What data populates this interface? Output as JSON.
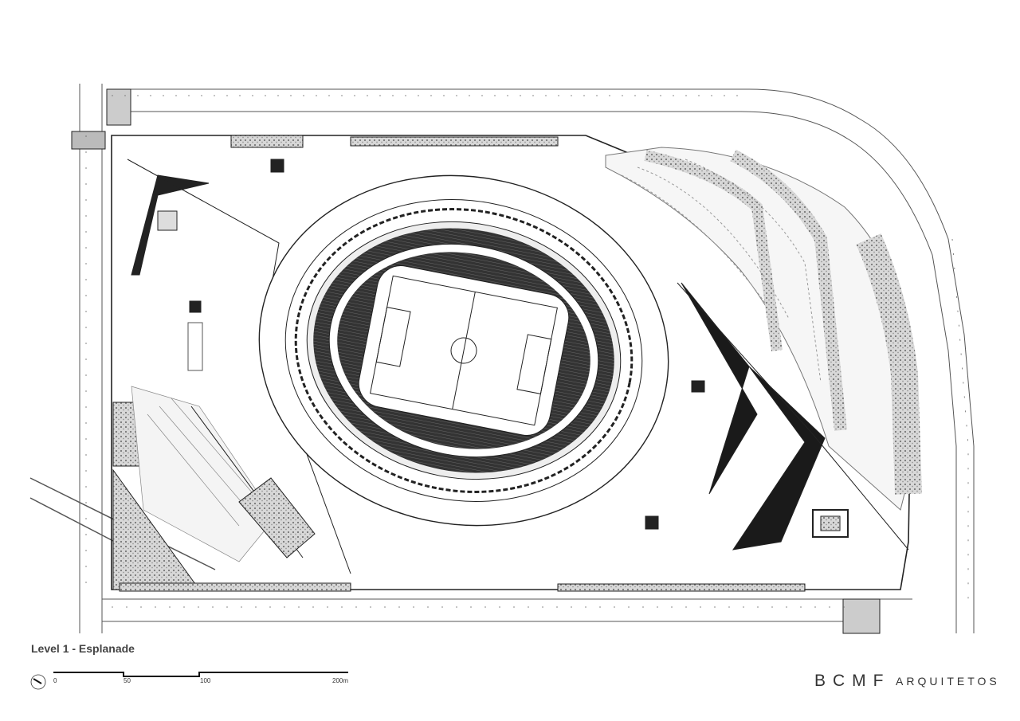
{
  "drawing": {
    "title": "Level 1 - Esplanade",
    "scale_labels": [
      "0",
      "50",
      "100",
      "200m"
    ],
    "north_arrow": "north-arrow-icon"
  },
  "brand": {
    "logo_main": "BCMF",
    "logo_sub": "ARQUITETOS"
  },
  "colors": {
    "line": "#222222",
    "hatch": "#9a9a9a",
    "dark_fill": "#1a1a1a",
    "text": "#444444"
  }
}
